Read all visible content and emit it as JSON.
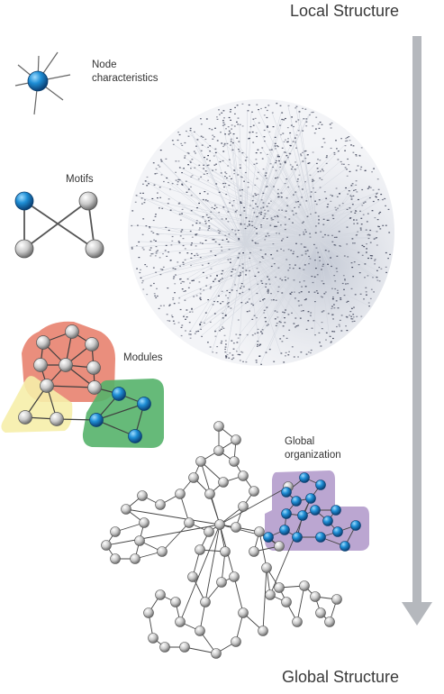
{
  "axis": {
    "top_label": "Local Structure",
    "bottom_label": "Global Structure",
    "arrow_color": "#b5b8bd"
  },
  "panels": {
    "node_characteristics": {
      "label_line1": "Node",
      "label_line2": "characteristics"
    },
    "motifs": {
      "label": "Motifs"
    },
    "modules": {
      "label": "Modules"
    },
    "global_organization": {
      "label_line1": "Global",
      "label_line2": "organization"
    }
  },
  "colors": {
    "node_blue": "#1f8fd6",
    "node_gray": "#cfcfcf",
    "module_red": "#e8826f",
    "module_yellow": "#f6eeaa",
    "module_green": "#55b36a",
    "module_purple": "#b49ccc",
    "edge": "#555555"
  }
}
